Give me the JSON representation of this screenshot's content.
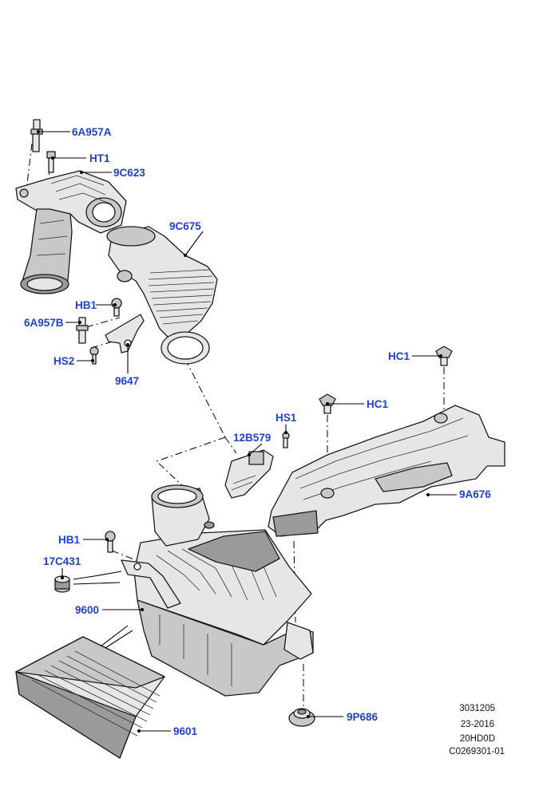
{
  "callouts": {
    "c_6A957A": "6A957A",
    "c_HT1": "HT1",
    "c_9C623": "9C623",
    "c_9C675": "9C675",
    "c_HB1_top": "HB1",
    "c_6A957B": "6A957B",
    "c_HS2": "HS2",
    "c_9647": "9647",
    "c_HC1_right": "HC1",
    "c_HC1_mid": "HC1",
    "c_HS1": "HS1",
    "c_12B579": "12B579",
    "c_9A676": "9A676",
    "c_HB1_low": "HB1",
    "c_17C431": "17C431",
    "c_9600": "9600",
    "c_9P686": "9P686",
    "c_9601": "9601"
  },
  "reference": {
    "line1": "3031205",
    "line2": "23-2016",
    "line3": "20HD0D",
    "line4": "C0269301-01"
  },
  "colors": {
    "callout": "#1f3fd6",
    "line": "#000000"
  }
}
